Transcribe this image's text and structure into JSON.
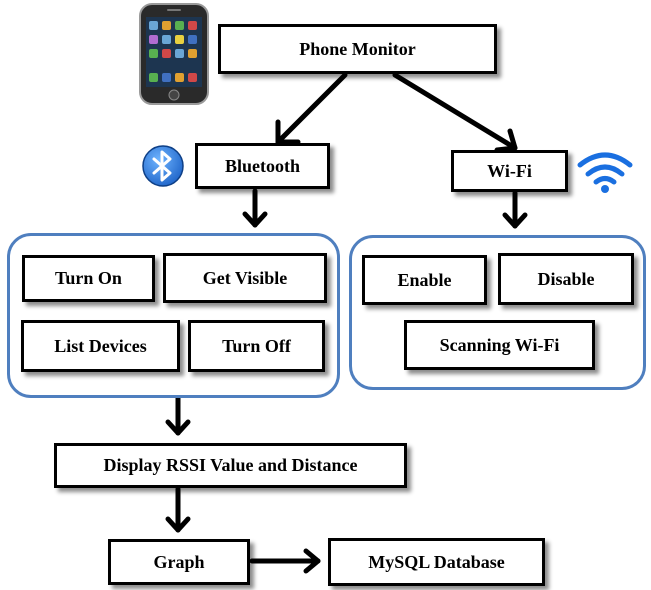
{
  "title": "Phone Monitor",
  "bluetooth": {
    "label": "Bluetooth",
    "buttons": [
      "Turn On",
      "Get Visible",
      "List Devices",
      "Turn Off"
    ]
  },
  "wifi": {
    "label": "Wi-Fi",
    "buttons": [
      "Enable",
      "Disable",
      "Scanning Wi-Fi"
    ]
  },
  "display": "Display RSSI Value and Distance",
  "graph": "Graph",
  "database": "MySQL Database",
  "icons": [
    "phone-icon",
    "bluetooth-icon",
    "wifi-icon"
  ],
  "colors": {
    "group_border": "#4f7fbf",
    "bluetooth_icon": "#1e64c8",
    "wifi_icon": "#1a6fe0"
  }
}
